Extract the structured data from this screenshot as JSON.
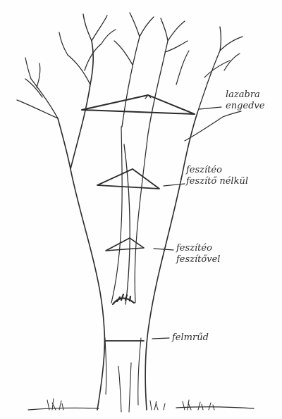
{
  "labels": {
    "top": [
      "lazabra",
      "engedve"
    ],
    "middle": [
      "feszítéo",
      "feszítő nélkül"
    ],
    "lower": [
      "feszítéo",
      "feszítővel"
    ],
    "bottom": "felmrűd"
  },
  "colors": {
    "ink": "#2a2a2a",
    "paper": "#fefefe"
  }
}
